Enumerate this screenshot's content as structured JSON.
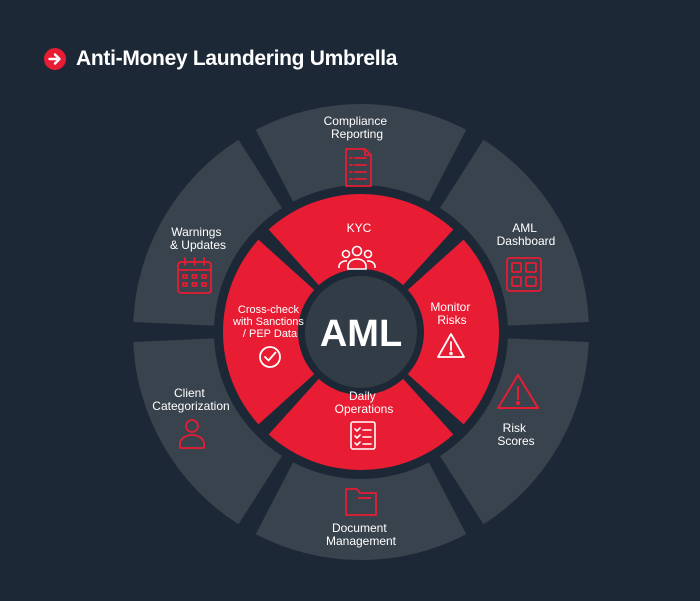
{
  "header": {
    "title": "Anti-Money Laundering Umbrella"
  },
  "center": {
    "label": "AML"
  },
  "inner_ring": {
    "kyc": [
      "KYC"
    ],
    "monitor": [
      "Monitor",
      "Risks"
    ],
    "daily": [
      "Daily",
      "Operations"
    ],
    "crosscheck": [
      "Cross-check",
      "with Sanctions",
      "/ PEP Data"
    ]
  },
  "outer_ring": {
    "compliance": [
      "Compliance",
      "Reporting"
    ],
    "dashboard": [
      "AML",
      "Dashboard"
    ],
    "risk_scores": [
      "Risk",
      "Scores"
    ],
    "document": [
      "Document",
      "Management"
    ],
    "client": [
      "Client",
      "Categorization"
    ],
    "warnings": [
      "Warnings",
      "& Updates"
    ]
  },
  "colors": {
    "background": "#1c2836",
    "outer_segment": "#39434e",
    "inner_segment": "#e81c33",
    "center": "#323c47",
    "icon_accent": "#e81c33",
    "text": "#ffffff"
  },
  "icons": {
    "header": "arrow-right-circle-icon",
    "kyc": "people-group-icon",
    "monitor": "warning-triangle-icon",
    "daily": "checklist-icon",
    "crosscheck": "check-circle-icon",
    "compliance": "document-list-icon",
    "dashboard": "dashboard-grid-icon",
    "risk_scores": "warning-triangle-icon",
    "document": "folder-icon",
    "client": "user-icon",
    "warnings": "calendar-icon"
  }
}
